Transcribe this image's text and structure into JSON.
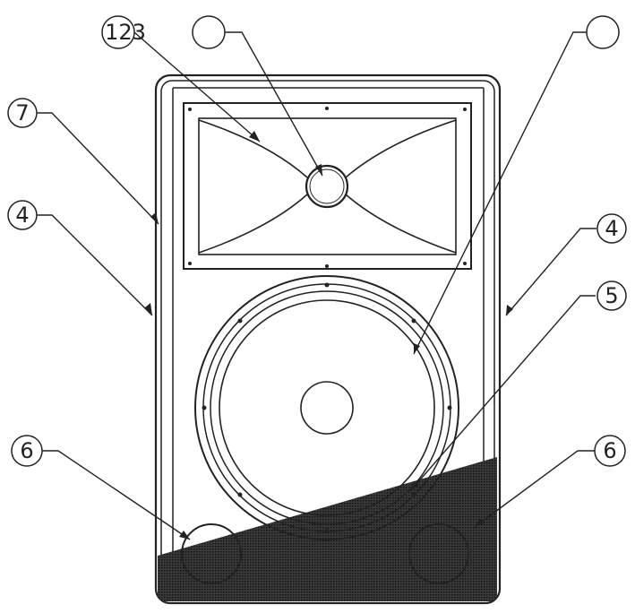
{
  "diagram": {
    "callouts": {
      "horn": "123",
      "driver": "",
      "woofer": "",
      "edge_top_left": "7",
      "side_left": "4",
      "side_right": "4",
      "grille": "5",
      "port_left": "6",
      "port_right": "6"
    },
    "colors": {
      "line": "#222222",
      "grille": "#2b2b2b",
      "background": "#ffffff"
    }
  }
}
